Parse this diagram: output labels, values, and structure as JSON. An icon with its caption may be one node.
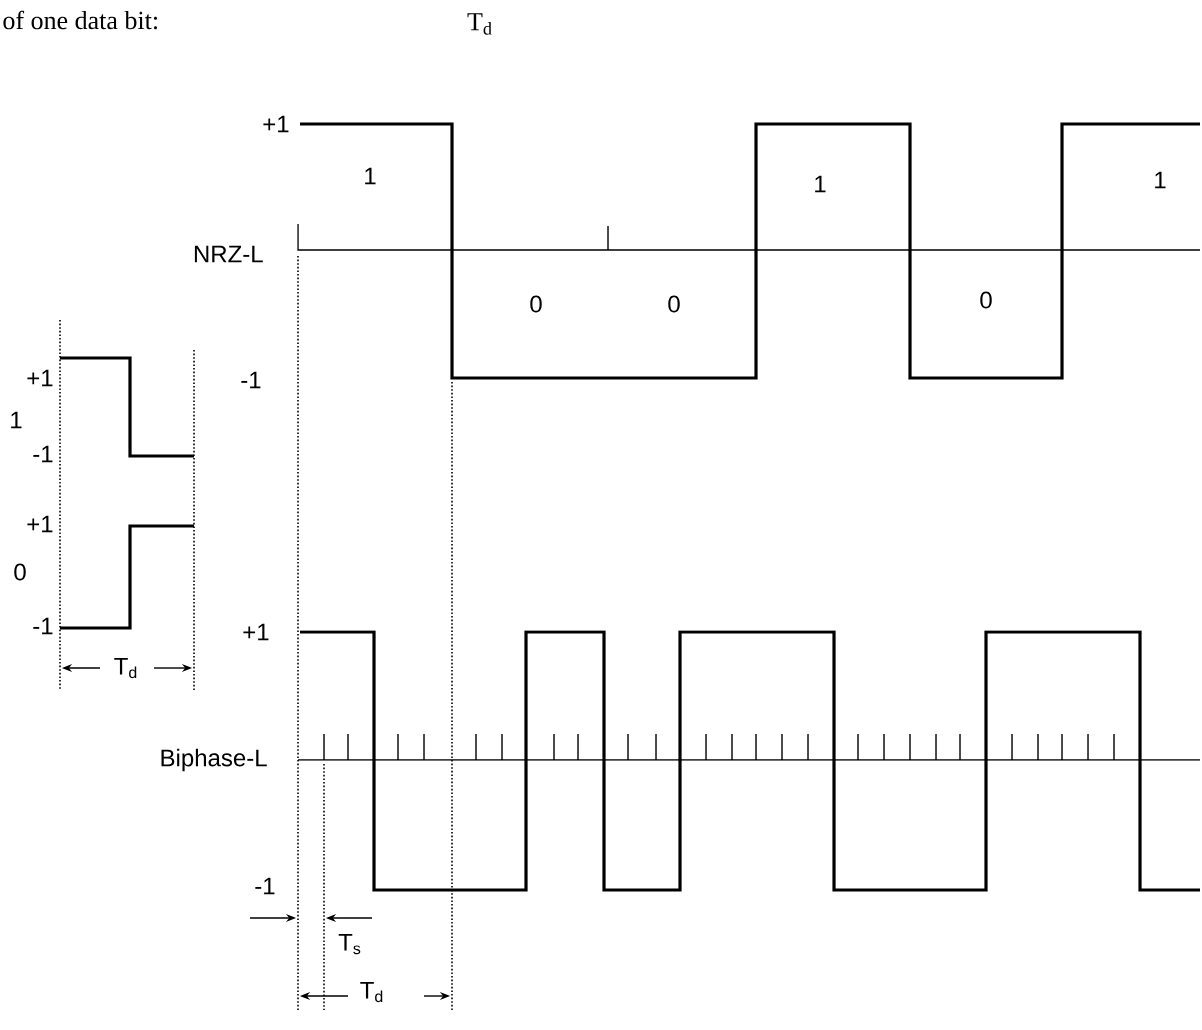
{
  "diagram": {
    "labels": [
      "of one data bit:",
      "T$_{d}$",
      "+1",
      "1",
      "1",
      "1",
      "NRZ-L",
      "0",
      "0",
      "0",
      "+1",
      "-1",
      "1",
      "-1",
      "+1",
      "0",
      "-1",
      "+1",
      "T$_{d}$",
      "Biphase-L",
      "-1",
      "T$_{s}$",
      "T$_{d}$"
    ]
  }
}
